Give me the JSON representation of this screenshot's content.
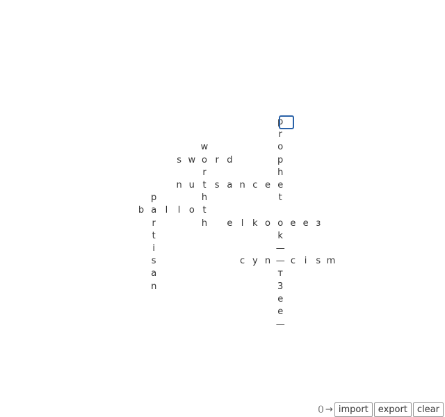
{
  "puzzle": {
    "words": [
      {
        "id": "prophet",
        "text": "prophet",
        "dir": "down",
        "row": 0,
        "col": 11
      },
      {
        "id": "sword",
        "text": "sword",
        "dir": "across",
        "row": 3,
        "col": 3
      },
      {
        "id": "worth",
        "text": "worth",
        "dir": "down",
        "row": 2,
        "col": 5
      },
      {
        "id": "nuisance",
        "text": "nuisance",
        "dir": "across",
        "row": 5,
        "col": 3
      },
      {
        "id": "partisan",
        "text": "partisan",
        "dir": "down",
        "row": 6,
        "col": 1
      },
      {
        "id": "ballot",
        "text": "ballot",
        "dir": "across",
        "row": 7,
        "col": 0
      },
      {
        "id": "heckle",
        "text": "h elkooeeз",
        "dir": "across",
        "row": 8,
        "col": 5
      },
      {
        "id": "column",
        "text": "ok——т3ee—",
        "dir": "down",
        "row": 8,
        "col": 11
      },
      {
        "id": "cynicism",
        "text": "cynicism",
        "dir": "across",
        "row": 11,
        "col": 8
      }
    ],
    "cursor": {
      "row": 0,
      "col": 12
    }
  },
  "footer": {
    "counter": "0",
    "arrow": "→",
    "import_label": "import",
    "export_label": "export",
    "clear_label": "clear"
  }
}
